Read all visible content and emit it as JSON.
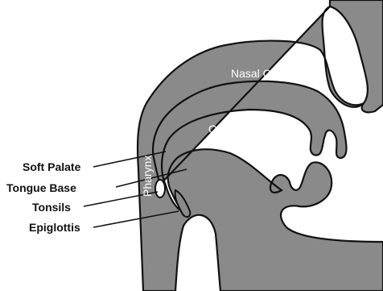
{
  "labels": {
    "soft_palate": "Soft Palate",
    "tongue_base": "Tongue Base",
    "tonsils": "Tonsils",
    "epiglottis": "Epiglottis"
  },
  "regions": {
    "nasal_cavity": "Nasal Cavity",
    "oral_cavity": "Oral Cavity",
    "pharynx": "Pharynx"
  },
  "colors": {
    "tissue": "#8a8a8a",
    "outline": "#111111",
    "background": "#ffffff"
  }
}
